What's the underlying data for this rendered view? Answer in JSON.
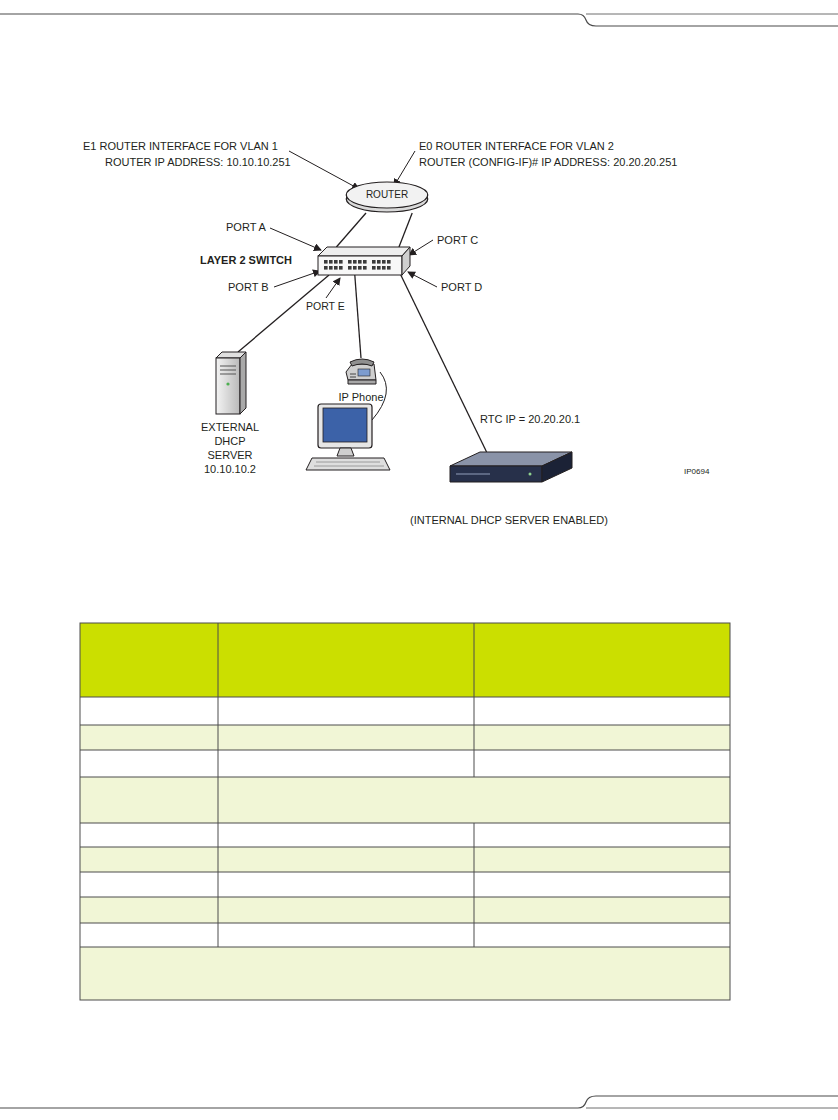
{
  "diagram": {
    "nodes": [
      {
        "text": [
          "ROUTER"
        ]
      },
      {
        "text": [
          "LAYER 2 SWITCH"
        ]
      },
      {
        "text": [
          "EXTERNAL DHCP SERVER 10.10.10.2"
        ]
      },
      {
        "text": [
          "IP Phone"
        ]
      },
      {
        "text": [
          "RTC IP = 20.20.20.1",
          "(INTERNAL DHCP SERVER ENABLED)"
        ]
      }
    ],
    "edges": [
      {
        "from": 0,
        "to": 1,
        "arrow": "none"
      },
      {
        "from": 0,
        "to": 1,
        "arrow": "none"
      },
      {
        "from": 1,
        "to": 2,
        "arrow": "none"
      },
      {
        "from": 1,
        "to": 3,
        "arrow": "none"
      },
      {
        "from": 1,
        "to": 4,
        "arrow": "none"
      }
    ],
    "labels": [
      "E1 ROUTER INTERFACE FOR VLAN 1",
      "ROUTER IP ADDRESS: 10.10.10.251",
      "E0 ROUTER INTERFACE FOR VLAN 2",
      "ROUTER (CONFIG-IF)# IP ADDRESS: 20.20.20.251",
      "PORT A",
      "PORT C",
      "PORT B",
      "PORT D",
      "PORT E",
      "IP0694"
    ]
  }
}
